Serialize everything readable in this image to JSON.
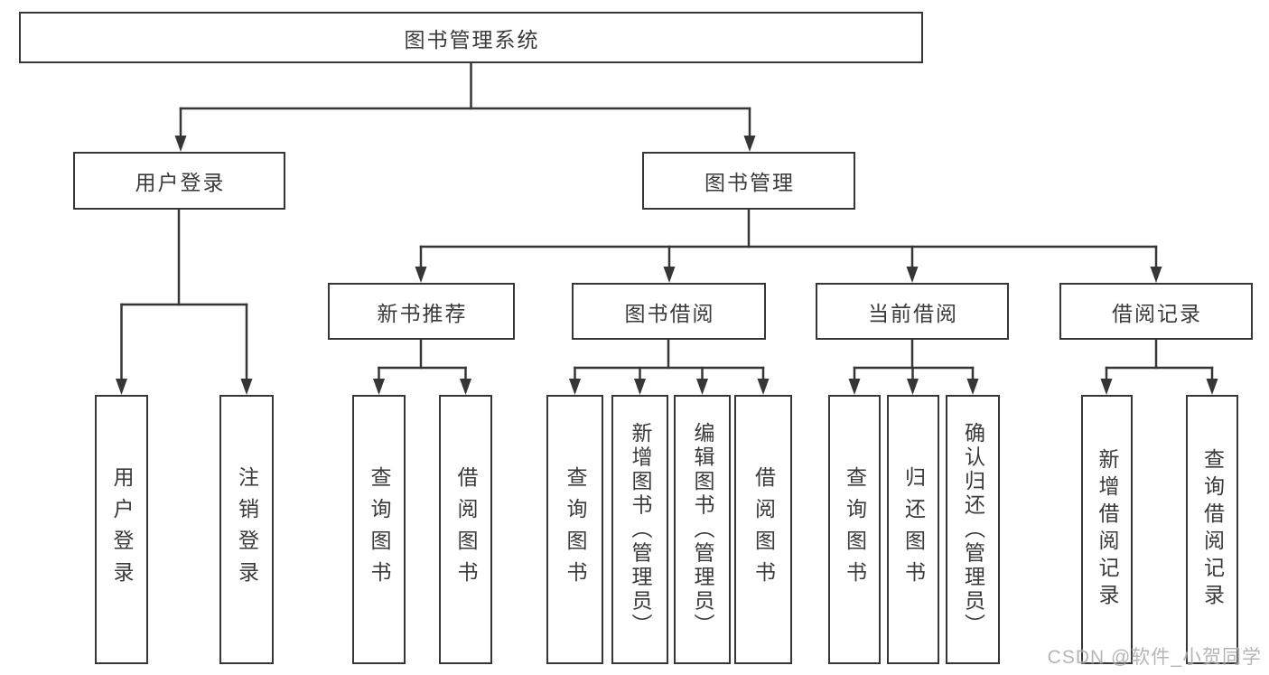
{
  "tree": {
    "label": "图书管理系统",
    "children": [
      {
        "label": "用户登录",
        "children": [
          {
            "label": "用户登录"
          },
          {
            "label": "注销登录"
          }
        ]
      },
      {
        "label": "图书管理",
        "children": [
          {
            "label": "新书推荐",
            "children": [
              {
                "label": "查询图书"
              },
              {
                "label": "借阅图书"
              }
            ]
          },
          {
            "label": "图书借阅",
            "children": [
              {
                "label": "查询图书"
              },
              {
                "label": "新增图书（管理员）"
              },
              {
                "label": "编辑图书（管理员）"
              },
              {
                "label": "借阅图书"
              }
            ]
          },
          {
            "label": "当前借阅",
            "children": [
              {
                "label": "查询图书"
              },
              {
                "label": "归还图书"
              },
              {
                "label": "确认归还（管理员）"
              }
            ]
          },
          {
            "label": "借阅记录",
            "children": [
              {
                "label": "新增借阅记录"
              },
              {
                "label": "查询借阅记录"
              }
            ]
          }
        ]
      }
    ]
  },
  "watermark": {
    "text": "CSDN @软件_小贺同学"
  },
  "colors": {
    "line": "#363636",
    "border": "#363636",
    "text": "#3a3a3a",
    "background": "#ffffff",
    "watermark": "#a9a9a9"
  }
}
